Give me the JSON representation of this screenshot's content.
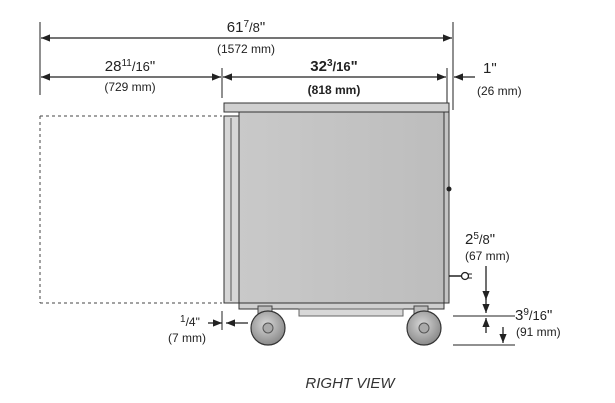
{
  "diagram": {
    "caption": "RIGHT VIEW",
    "dimensions": {
      "overall_width": {
        "imperial_whole": "61",
        "imperial_num": "7",
        "imperial_den": "/8",
        "imperial_suffix": "\"",
        "metric": "(1572 mm)"
      },
      "door_swing": {
        "imperial_whole": "28",
        "imperial_num": "11",
        "imperial_den": "/16",
        "imperial_suffix": "\"",
        "metric": "(729 mm)"
      },
      "depth": {
        "imperial_whole": "32",
        "imperial_num": "3",
        "imperial_den": "/16",
        "imperial_suffix": "\"",
        "metric": "(818 mm)"
      },
      "back_clearance": {
        "imperial": "1\"",
        "metric": "(26 mm)"
      },
      "cord_height": {
        "imperial_whole": "2",
        "imperial_num": "5",
        "imperial_den": "/8",
        "imperial_suffix": "\"",
        "metric": "(67 mm)"
      },
      "door_gap": {
        "imperial_num": "1",
        "imperial_den": "/4",
        "imperial_suffix": "\"",
        "metric": "(7 mm)"
      },
      "caster_height": {
        "imperial_whole": "3",
        "imperial_num": "9",
        "imperial_den": "/16",
        "imperial_suffix": "\"",
        "metric": "(91 mm)"
      }
    }
  }
}
